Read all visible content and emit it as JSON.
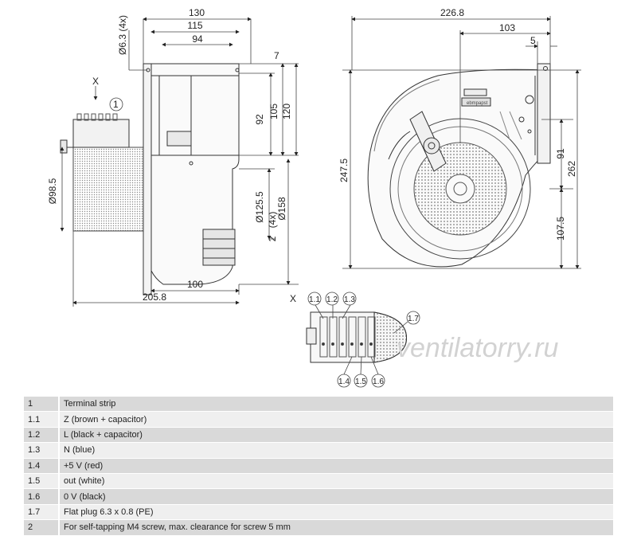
{
  "view_labels": {
    "x_top": "X",
    "x_detail": "X"
  },
  "callouts": {
    "c1": "1",
    "c11": "1.1",
    "c12": "1.2",
    "c13": "1.3",
    "c14": "1.4",
    "c15": "1.5",
    "c16": "1.6",
    "c17": "1.7"
  },
  "dimensions": {
    "side_130": "130",
    "side_115": "115",
    "side_94": "94",
    "side_7": "7",
    "side_92": "92",
    "side_105": "105",
    "side_120": "120",
    "side_d63": "Ø6.3 (4x)",
    "side_d985": "Ø98.5",
    "side_d1255": "Ø125.5",
    "side_d158": "Ø158",
    "side_2": "2",
    "side_4x": "(4x)",
    "side_100": "100",
    "side_2058": "205.8",
    "front_2268": "226.8",
    "front_103": "103",
    "front_5": "5",
    "front_2475": "247.5",
    "front_91": "91",
    "front_262": "262",
    "front_1075": "107.5"
  },
  "nameplate": "ebmpapst",
  "watermark": "ventilatorry.ru",
  "legend": [
    {
      "key": "1",
      "text": "Terminal strip"
    },
    {
      "key": "1.1",
      "text": "Z (brown + capacitor)"
    },
    {
      "key": "1.2",
      "text": "L (black + capacitor)"
    },
    {
      "key": "1.3",
      "text": "N (blue)"
    },
    {
      "key": "1.4",
      "text": "+5 V (red)"
    },
    {
      "key": "1.5",
      "text": "out (white)"
    },
    {
      "key": "1.6",
      "text": "0 V (black)"
    },
    {
      "key": "1.7",
      "text": "Flat plug 6.3 x 0.8 (PE)"
    },
    {
      "key": "2",
      "text": "For self-tapping M4 screw, max. clearance for screw 5 mm"
    }
  ]
}
